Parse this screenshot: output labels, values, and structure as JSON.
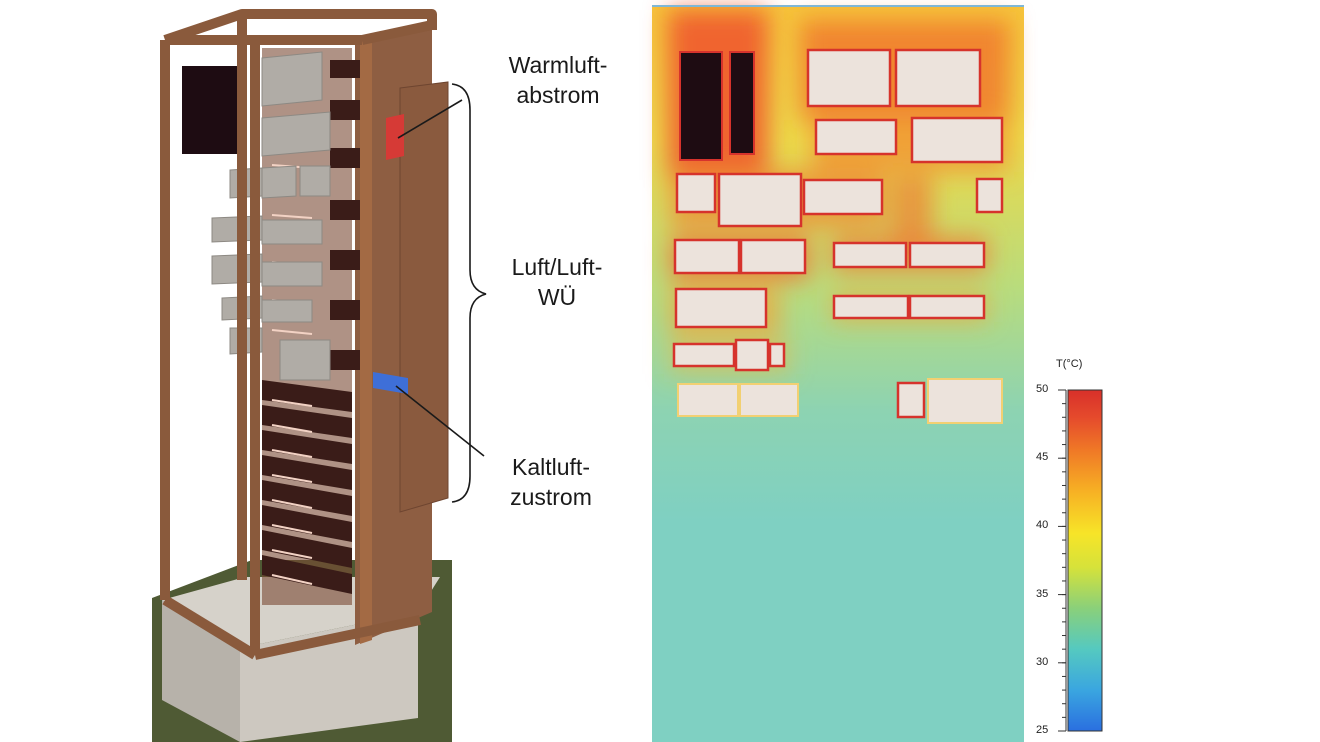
{
  "labels": {
    "warmluft_line1": "Warmluft-",
    "warmluft_line2": "abstrom",
    "luft_line1": "Luft/Luft-",
    "luft_line2": "WÜ",
    "kaltluft_line1": "Kaltluft-",
    "kaltluft_line2": "zustrom"
  },
  "scale": {
    "title": "T(°C)",
    "min": 25,
    "max": 50,
    "ticks": [
      {
        "value": 50,
        "label": "50"
      },
      {
        "value": 45,
        "label": "45"
      },
      {
        "value": 40,
        "label": "40"
      },
      {
        "value": 35,
        "label": "35"
      },
      {
        "value": 30,
        "label": "30"
      },
      {
        "value": 25,
        "label": "25"
      }
    ]
  },
  "colors": {
    "frame": "#8a5a3c",
    "panel": "#8e5e42",
    "component": "#b0aca6",
    "dark_unit": "#1e0c12",
    "warm_outlet": "#d63a36",
    "cold_inlet": "#3e6fd8",
    "base": "#c9c4bc",
    "ground": "#4f5a34",
    "ambient": "#7fd0c2",
    "hot": "#e3432f"
  }
}
